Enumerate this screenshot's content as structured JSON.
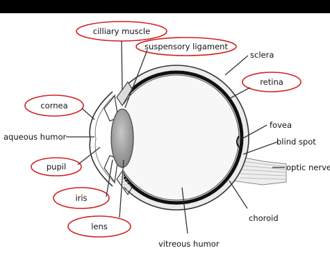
{
  "diagram": {
    "labels": {
      "ciliary_muscle": "cilliary muscle",
      "suspensory_ligament": "suspensory ligament",
      "sclera": "sclera",
      "retina": "retina",
      "cornea": "cornea",
      "aqueous_humor": "aqueous humor",
      "fovea": "fovea",
      "blind_spot": "blind spot",
      "optic_nerve": "optic nerve",
      "pupil": "pupil",
      "iris": "iris",
      "lens": "lens",
      "choroid": "choroid",
      "vitreous_humor": "vitreous humor"
    },
    "highlighted": [
      "cilliary muscle",
      "suspensory ligament",
      "retina",
      "cornea",
      "pupil",
      "iris",
      "lens"
    ],
    "colors": {
      "background": "#000000",
      "panel": "#ffffff",
      "highlight_oval": "#d31f1f",
      "eyeball_fill": "#f4f4f4",
      "lens_fill": "#9a9a9a",
      "outline": "#333333"
    }
  }
}
